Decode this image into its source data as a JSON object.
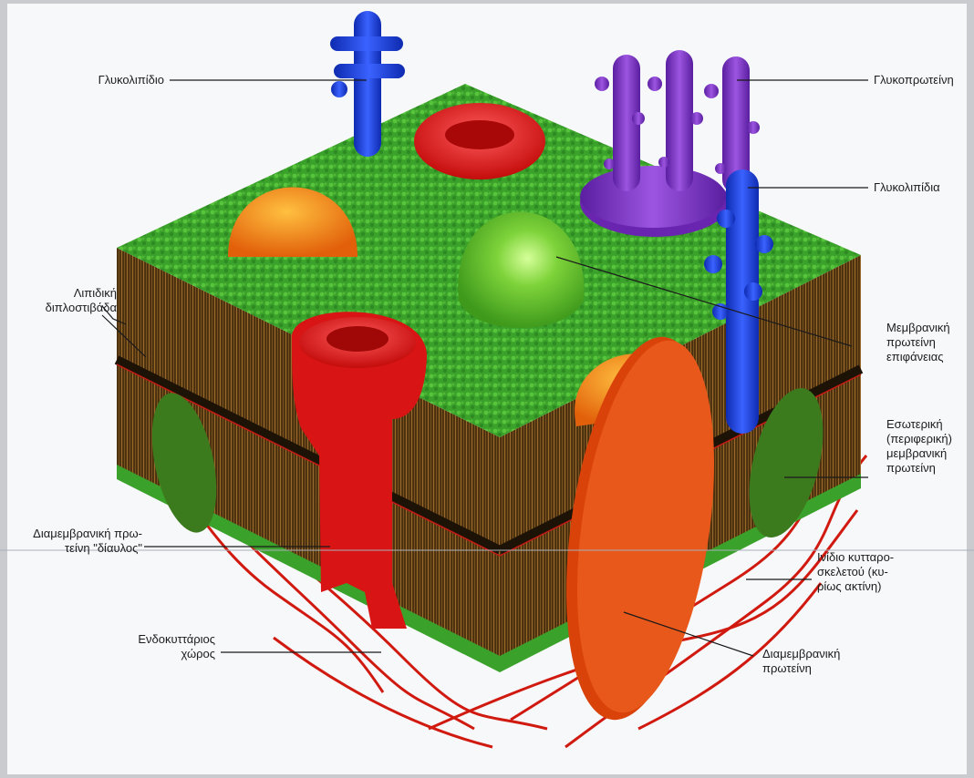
{
  "labels": {
    "glycolipid_single": "Γλυκολιπίδιο",
    "glycoprotein": "Γλυκοπρωτείνη",
    "glycolipids": "Γλυκολιπίδια",
    "lipid_bilayer": "Λιπιδική\nδιπλοστιβάδα",
    "surface_membrane_protein": "Μεμβρανική\nπρωτείνη\nεπιφάνειας",
    "inner_peripheral_protein": "Εσωτερική\n(περιφερική)\nμεμβρανική\nπρωτείνη",
    "channel_protein": "Διαμεμβρανική πρω-\nτείνη \"δίαυλος\"",
    "cytoskeleton_fibre": "Ινίδιο κυτταρο-\nσκελετού (κυ-\nρίως ακτίνη)",
    "intracellular_space": "Ενδοκυττάριος\nχώρος",
    "transmembrane_protein": "Διαμεμβρανική\nπρωτείνη"
  },
  "colors": {
    "lipid_head_green": "#3aa12a",
    "lipid_tail_brown": "#5a3a14",
    "glycolipid_blue": "#1f3fd6",
    "glycoprotein_purple": "#7a2fc4",
    "protein_red": "#e01616",
    "protein_orange": "#f07a10",
    "surface_protein_green": "#6cc52a",
    "peripheral_protein_darkgreen": "#3c7a1e",
    "cytoskeleton_red": "#cc1a10"
  }
}
